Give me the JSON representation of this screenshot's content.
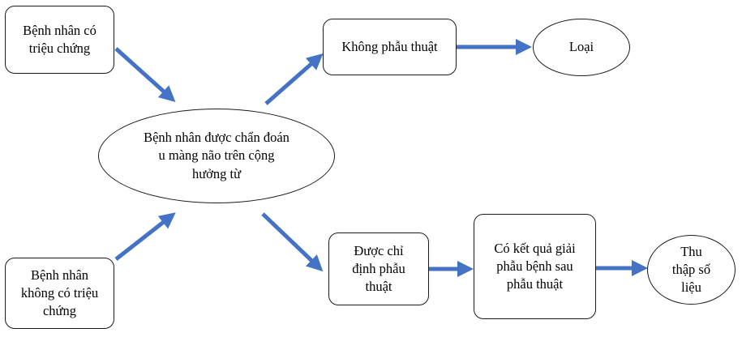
{
  "nodes": {
    "symptomatic": "Bệnh nhân có\ntriệu chứng",
    "asymptomatic": "Bệnh nhân\nkhông có triệu\nchứng",
    "diagnosed": "Bệnh nhân được chẩn đoán\nu màng não trên cộng\nhưởng từ",
    "no_surgery": "Không phẫu thuật",
    "excluded": "Loại",
    "surgery": "Được chỉ\nđịnh phẫu\nthuật",
    "pathology": "Có kết quả giải\nphẫu bệnh sau\nphẫu thuật",
    "collect": "Thu\nthập số\nliệu"
  },
  "colors": {
    "arrow": "#4472C4",
    "border": "#1a1a1a"
  }
}
